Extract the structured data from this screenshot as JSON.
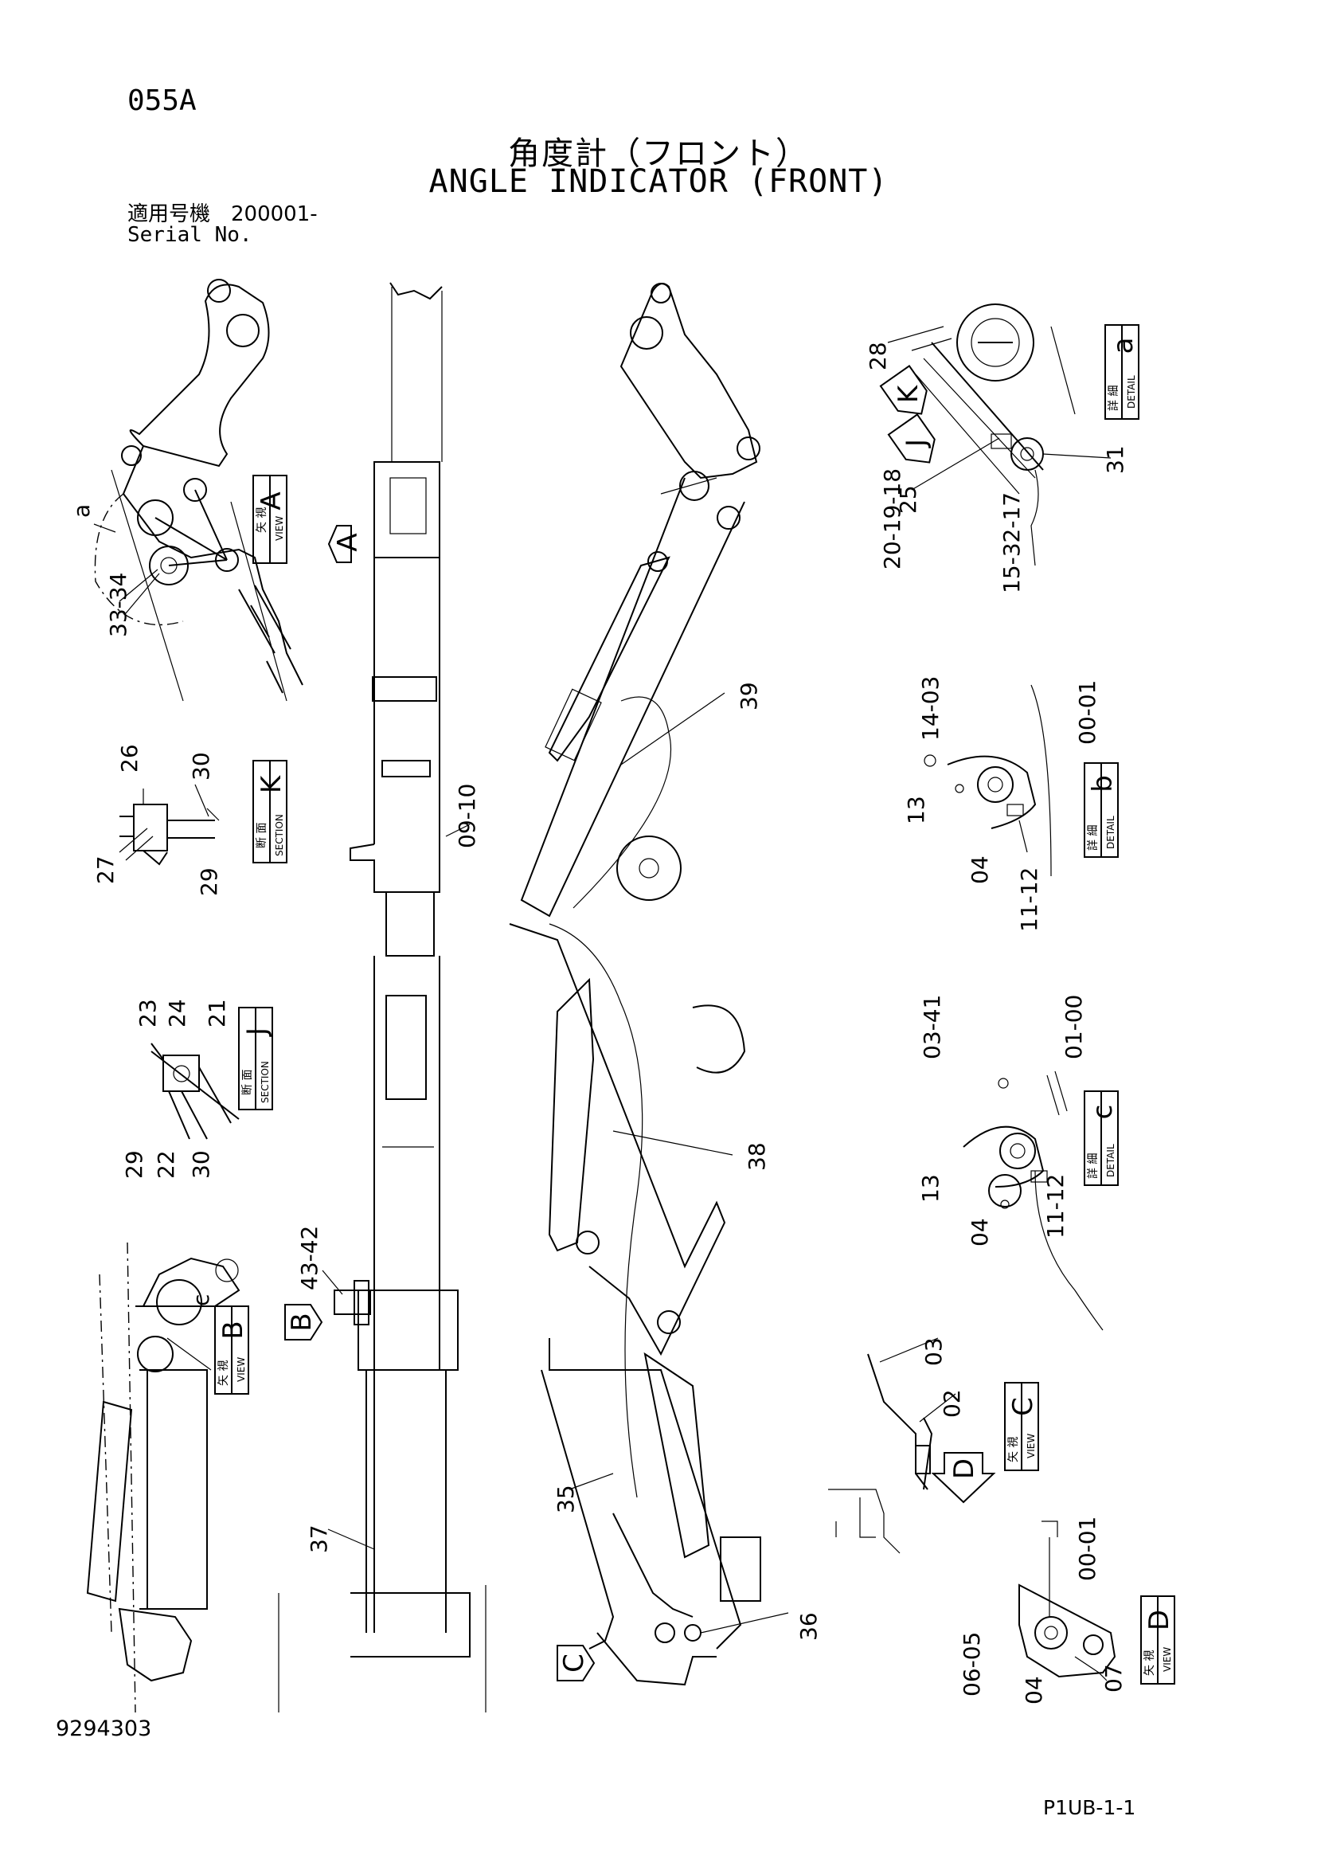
{
  "header": {
    "page_code": "055A",
    "title_jp": "角度計（フロント）",
    "title_en": "ANGLE INDICATOR (FRONT)",
    "serial_jp": "適用号機　200001-",
    "serial_en": "Serial No."
  },
  "footer": {
    "doc_number": "9294303",
    "page_ref": "P1UB-1-1"
  },
  "view_tags": [
    {
      "id": "view-A",
      "jp": "矢 視",
      "en": "VIEW",
      "letter": "A"
    },
    {
      "id": "section-K",
      "jp": "断 面",
      "en": "SECTION",
      "letter": "K"
    },
    {
      "id": "section-J",
      "jp": "断 面",
      "en": "SECTION",
      "letter": "J"
    },
    {
      "id": "view-B",
      "jp": "矢 視",
      "en": "VIEW",
      "letter": "B"
    },
    {
      "id": "detail-a",
      "jp": "詳 細",
      "en": "DETAIL",
      "letter": "a"
    },
    {
      "id": "detail-b",
      "jp": "詳 細",
      "en": "DETAIL",
      "letter": "b"
    },
    {
      "id": "detail-c",
      "jp": "詳 細",
      "en": "DETAIL",
      "letter": "c"
    },
    {
      "id": "view-C",
      "jp": "矢 視",
      "en": "VIEW",
      "letter": "C"
    },
    {
      "id": "view-D",
      "jp": "矢 視",
      "en": "VIEW",
      "letter": "D"
    }
  ],
  "arrow_letters": {
    "A": "A",
    "B": "B",
    "C": "C",
    "D": "D",
    "J": "J",
    "K": "K"
  },
  "detail_letters": {
    "a": "a",
    "c": "c"
  },
  "part_labels": [
    "33-34",
    "26",
    "30",
    "27",
    "29",
    "23",
    "24",
    "21",
    "29",
    "22",
    "30",
    "28",
    "25",
    "31",
    "20-19-18",
    "15-32-17",
    "14-03",
    "00-01",
    "13",
    "04",
    "11-12",
    "03-41",
    "01-00",
    "13",
    "04",
    "11-12",
    "39",
    "09-10",
    "38",
    "43-42",
    "35",
    "37",
    "36",
    "03",
    "02",
    "00-01",
    "06-05",
    "04",
    "07"
  ]
}
